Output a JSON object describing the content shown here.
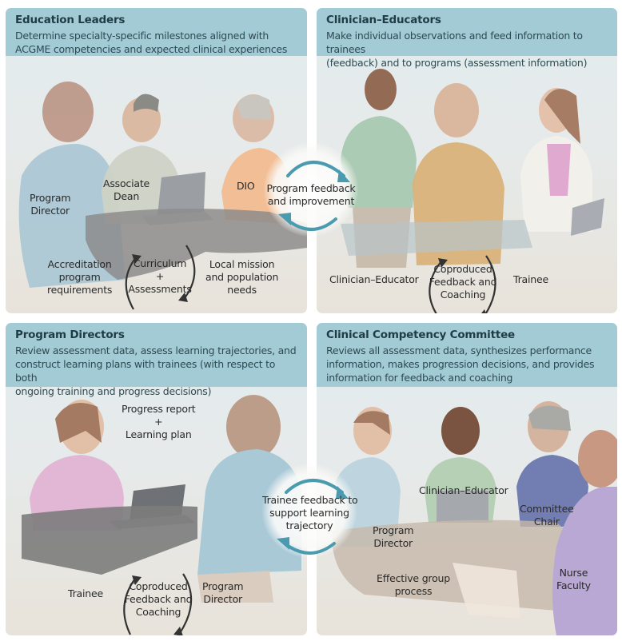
{
  "panels": [
    {
      "title": "Education Leaders",
      "description_lines": [
        "Determine specialty-specific milestones aligned with",
        "ACGME competencies and expected clinical experiences"
      ],
      "people": {
        "program_director": [
          "Program",
          "Director"
        ],
        "associate_dean": [
          "Associate",
          "Dean"
        ],
        "dio": "DIO"
      },
      "cycle_label": [
        "Curriculum",
        "+",
        "Assessments"
      ],
      "left_label": [
        "Accreditation",
        "program",
        "requirements"
      ],
      "right_label": [
        "Local mission",
        "and population",
        "needs"
      ]
    },
    {
      "title": "Clinician–Educators",
      "description_lines": [
        "Make individual observations and feed information to trainees",
        "(feedback) and to programs (assessment information)"
      ],
      "cycle_label": [
        "Coproduced",
        "Feedback and",
        "Coaching"
      ],
      "left_label": "Clinician–Educator",
      "right_label": "Trainee"
    },
    {
      "title": "Program Directors",
      "description_lines": [
        "Review assessment data, assess learning trajectories, and",
        "construct learning plans with trainees (with respect to both",
        "ongoing training and progress decisions)"
      ],
      "top_label": [
        "Progress report",
        "+",
        "Learning plan"
      ],
      "cycle_label": [
        "Coproduced",
        "Feedback and",
        "Coaching"
      ],
      "left_label": "Trainee",
      "right_label": [
        "Program",
        "Director"
      ]
    },
    {
      "title": "Clinical Competency Committee",
      "description_lines": [
        "Reviews all assessment data, synthesizes performance",
        "information, makes progression decisions, and provides",
        "information for feedback and coaching"
      ],
      "people": {
        "clinician_educator": "Clinician–Educator",
        "program_director": [
          "Program",
          "Director"
        ],
        "committee_chair": [
          "Committee",
          "Chair"
        ],
        "nurse_faculty": [
          "Nurse",
          "Faculty"
        ]
      },
      "process_label": [
        "Effective group",
        "process"
      ]
    }
  ],
  "bridges": {
    "top": [
      "Program feedback",
      "and improvement"
    ],
    "bottom": [
      "Trainee feedback to",
      "support learning",
      "trajectory"
    ]
  },
  "colors": {
    "header_bg": "#a3cbd6",
    "title_text": "#1f3c45",
    "arrow_teal": "#4a9bb0",
    "arrow_dark": "#3a3a3a"
  }
}
